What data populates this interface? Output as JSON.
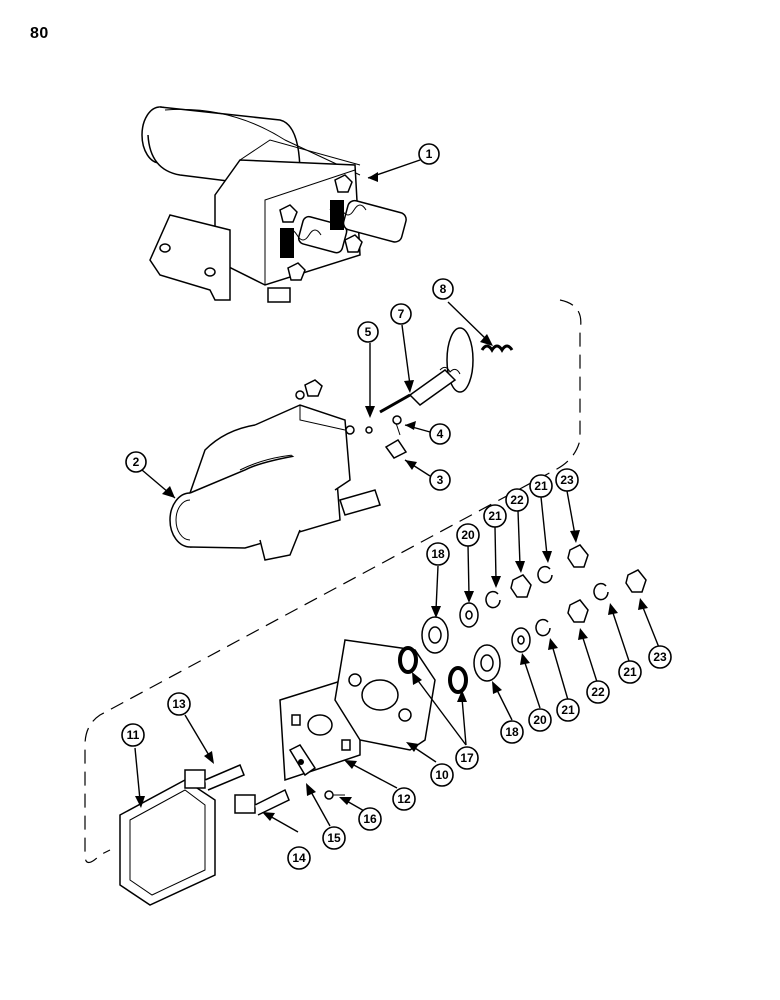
{
  "page_number": "80",
  "callouts": [
    {
      "id": "c1",
      "label": "1"
    },
    {
      "id": "c2",
      "label": "2"
    },
    {
      "id": "c3",
      "label": "3"
    },
    {
      "id": "c4",
      "label": "4"
    },
    {
      "id": "c5",
      "label": "5"
    },
    {
      "id": "c7",
      "label": "7"
    },
    {
      "id": "c8",
      "label": "8"
    },
    {
      "id": "c10",
      "label": "10"
    },
    {
      "id": "c11",
      "label": "11"
    },
    {
      "id": "c12",
      "label": "12"
    },
    {
      "id": "c13",
      "label": "13"
    },
    {
      "id": "c14",
      "label": "14"
    },
    {
      "id": "c15",
      "label": "15"
    },
    {
      "id": "c16",
      "label": "16"
    },
    {
      "id": "c17",
      "label": "17"
    },
    {
      "id": "c18a",
      "label": "18"
    },
    {
      "id": "c18b",
      "label": "18"
    },
    {
      "id": "c20a",
      "label": "20"
    },
    {
      "id": "c20b",
      "label": "20"
    },
    {
      "id": "c21a",
      "label": "21"
    },
    {
      "id": "c21b",
      "label": "21"
    },
    {
      "id": "c21c",
      "label": "21"
    },
    {
      "id": "c21d",
      "label": "21"
    },
    {
      "id": "c22a",
      "label": "22"
    },
    {
      "id": "c22b",
      "label": "22"
    },
    {
      "id": "c23a",
      "label": "23"
    },
    {
      "id": "c23b",
      "label": "23"
    }
  ]
}
